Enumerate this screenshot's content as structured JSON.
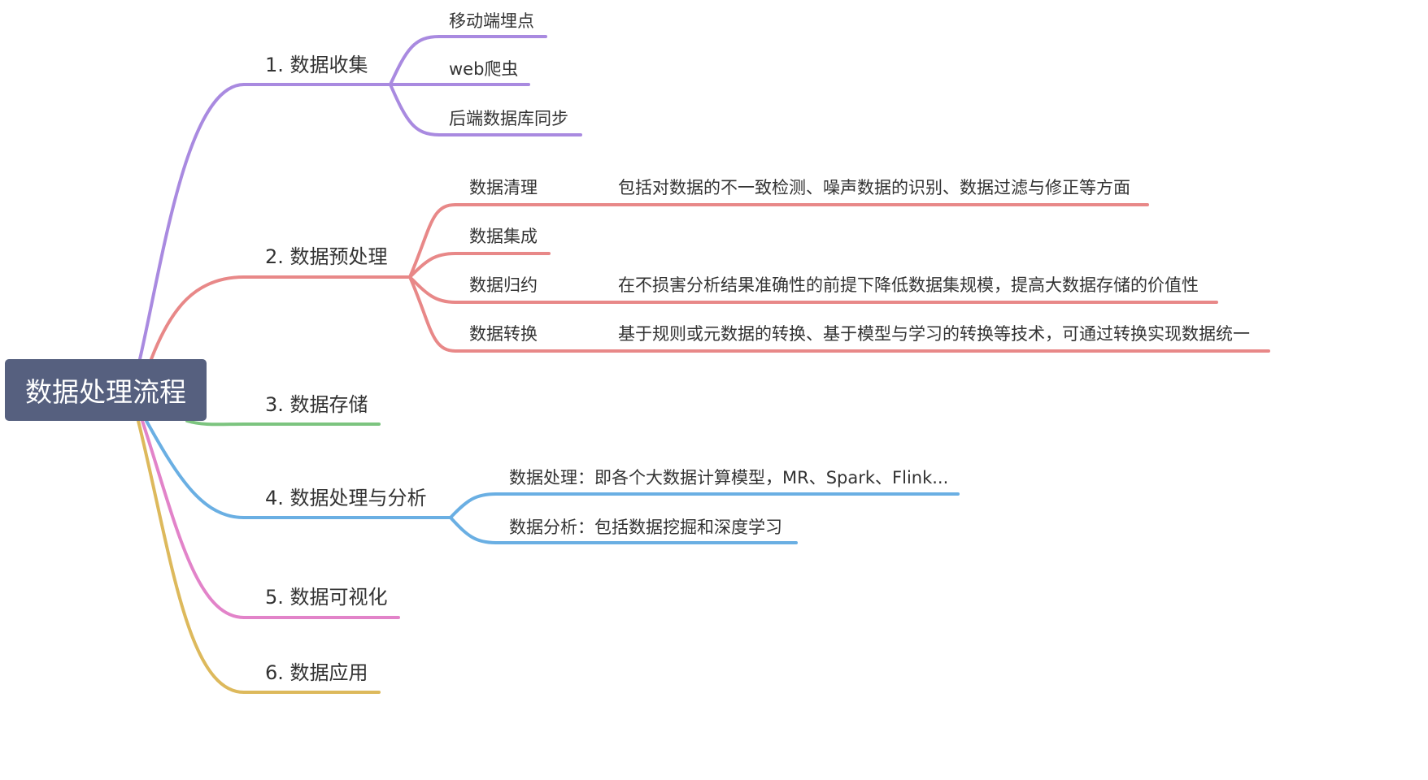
{
  "root": {
    "label": "数据处理流程"
  },
  "branches": [
    {
      "label": "1. 数据收集",
      "color": "#a98ae0",
      "children": [
        {
          "label": "移动端埋点"
        },
        {
          "label": "web爬虫"
        },
        {
          "label": "后端数据库同步"
        }
      ]
    },
    {
      "label": "2. 数据预处理",
      "color": "#e88888",
      "children": [
        {
          "label": "数据清理",
          "detail": "包括对数据的不一致检测、噪声数据的识别、数据过滤与修正等方面"
        },
        {
          "label": "数据集成"
        },
        {
          "label": "数据归约",
          "detail": "在不损害分析结果准确性的前提下降低数据集规模，提高大数据存储的价值性"
        },
        {
          "label": "数据转换",
          "detail": "基于规则或元数据的转换、基于模型与学习的转换等技术，可通过转换实现数据统一"
        }
      ]
    },
    {
      "label": "3. 数据存储",
      "color": "#7cc47f",
      "children": []
    },
    {
      "label": "4. 数据处理与分析",
      "color": "#6aafe3",
      "children": [
        {
          "label": "数据处理：即各个大数据计算模型，MR、Spark、Flink..."
        },
        {
          "label": "数据分析：包括数据挖掘和深度学习"
        }
      ]
    },
    {
      "label": "5. 数据可视化",
      "color": "#e283c9",
      "children": []
    },
    {
      "label": "6. 数据应用",
      "color": "#ddb95c",
      "children": []
    }
  ]
}
